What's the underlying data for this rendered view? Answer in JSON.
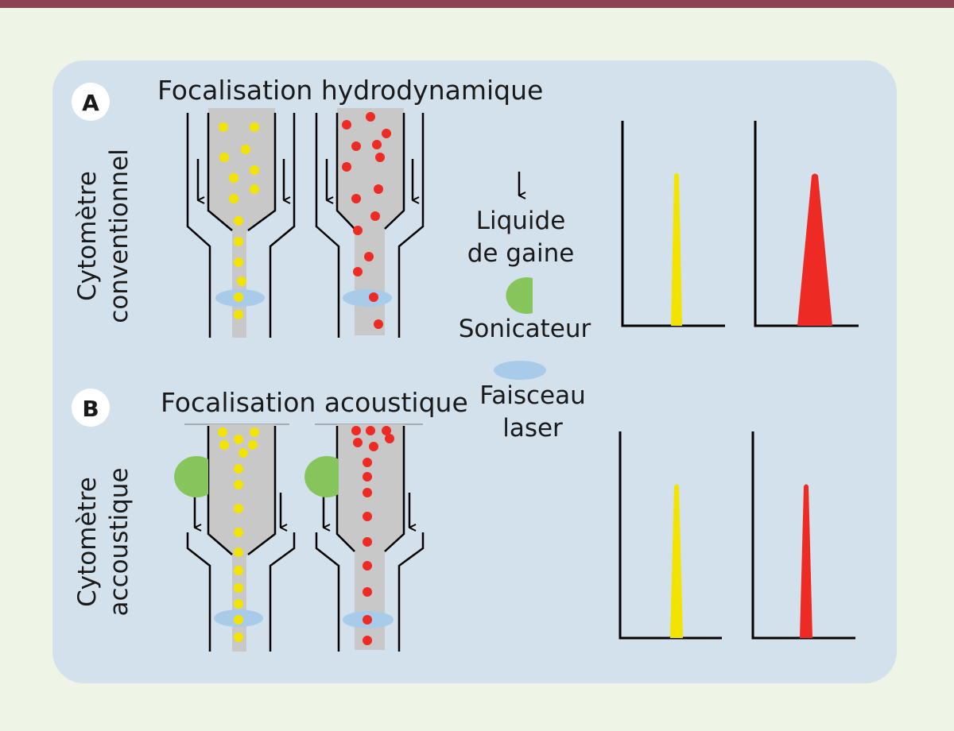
{
  "section_a": {
    "badge": "A",
    "title": "Focalisation hydrodynamique",
    "side_label_line1": "Cytomètre",
    "side_label_line2": "conventionnel"
  },
  "section_b": {
    "badge": "B",
    "title": "Focalisation acoustique",
    "side_label_line1": "Cytomètre",
    "side_label_line2": "accoustique"
  },
  "legend": {
    "sheath_line1": "Liquide",
    "sheath_line2": "de gaine",
    "sonicator": "Sonicateur",
    "laser_line1": "Faisceau",
    "laser_line2": "laser"
  },
  "colors": {
    "panel": "#d3e1ec",
    "channel": "#c8c8c8",
    "yellow_particle": "#f2e300",
    "red_particle": "#ee2a24",
    "sonicator": "#85c55c",
    "laser": "#a7cbe9",
    "topbar": "#8c4452"
  }
}
